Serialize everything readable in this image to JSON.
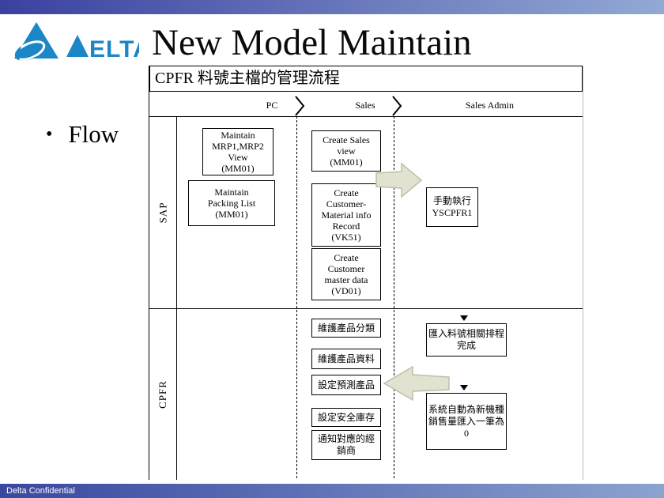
{
  "slide": {
    "title": "New Model Maintain",
    "bullet_glyph": "•",
    "bullet_label": "Flow",
    "footer": "Delta Confidential",
    "logo_wordmark": "ELTA"
  },
  "diagram": {
    "title": "CPFR 料號主檔的管理流程",
    "columns": [
      "PC",
      "Sales",
      "Sales Admin"
    ],
    "lanes": [
      "SAP",
      "CPFR"
    ],
    "boxes": {
      "sap_pc": [
        {
          "lines": [
            "Maintain",
            "MRP1,MRP2",
            "View",
            "(MM01)"
          ]
        },
        {
          "lines": [
            "Maintain",
            "Packing List",
            "(MM01)"
          ]
        }
      ],
      "sap_sales": [
        {
          "lines": [
            "Create Sales",
            "view",
            "(MM01)"
          ]
        },
        {
          "lines": [
            "Create",
            "Customer-",
            "Material info",
            "Record",
            "(VK51)"
          ]
        },
        {
          "lines": [
            "Create",
            "Customer",
            "master data",
            "(VD01)"
          ]
        }
      ],
      "sap_admin": [
        {
          "lines": [
            "手動執行",
            "YSCPFR1"
          ]
        }
      ],
      "cpfr_sales": [
        "維護產品分類",
        "維護產品資料",
        "設定預測產品",
        "設定安全庫存",
        "通知對應的經銷商"
      ],
      "cpfr_admin": [
        "匯入料號相關排程完成",
        "系統自動為新機種銷售量匯入一筆為0"
      ]
    }
  },
  "colors": {
    "bar_gradient_start": "#3a41a0",
    "bar_gradient_end": "#92a9d4",
    "logo_blue": "#1b87c7",
    "big_arrow_fill": "#e1e3d0",
    "big_arrow_stroke": "#bdbfa8"
  }
}
